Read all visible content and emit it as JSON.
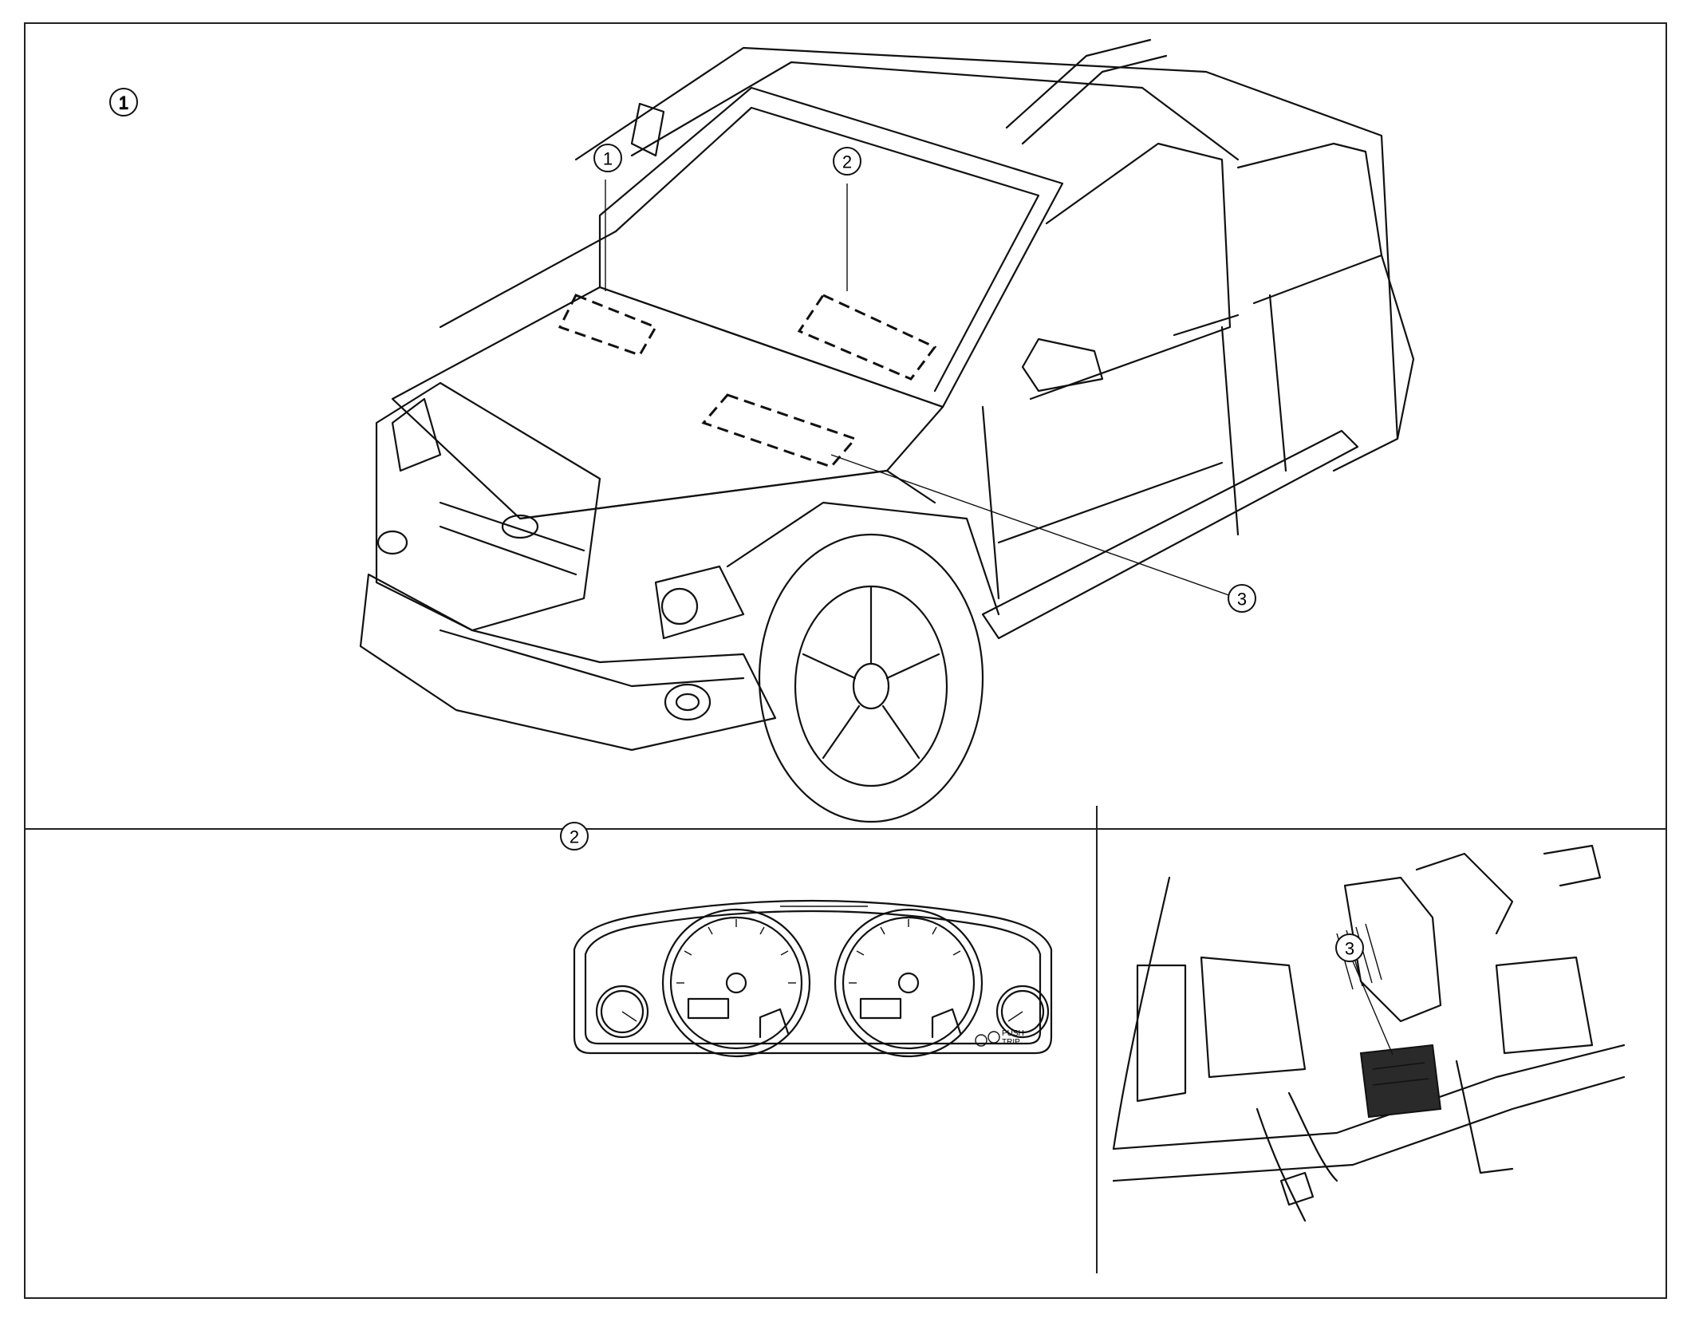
{
  "callouts": {
    "top": [
      "1",
      "2",
      "3"
    ],
    "ecm": "1",
    "meter": "2",
    "bcm": "3"
  },
  "meter": {
    "button_line1": "PUSH",
    "button_line2": "TRIP"
  }
}
